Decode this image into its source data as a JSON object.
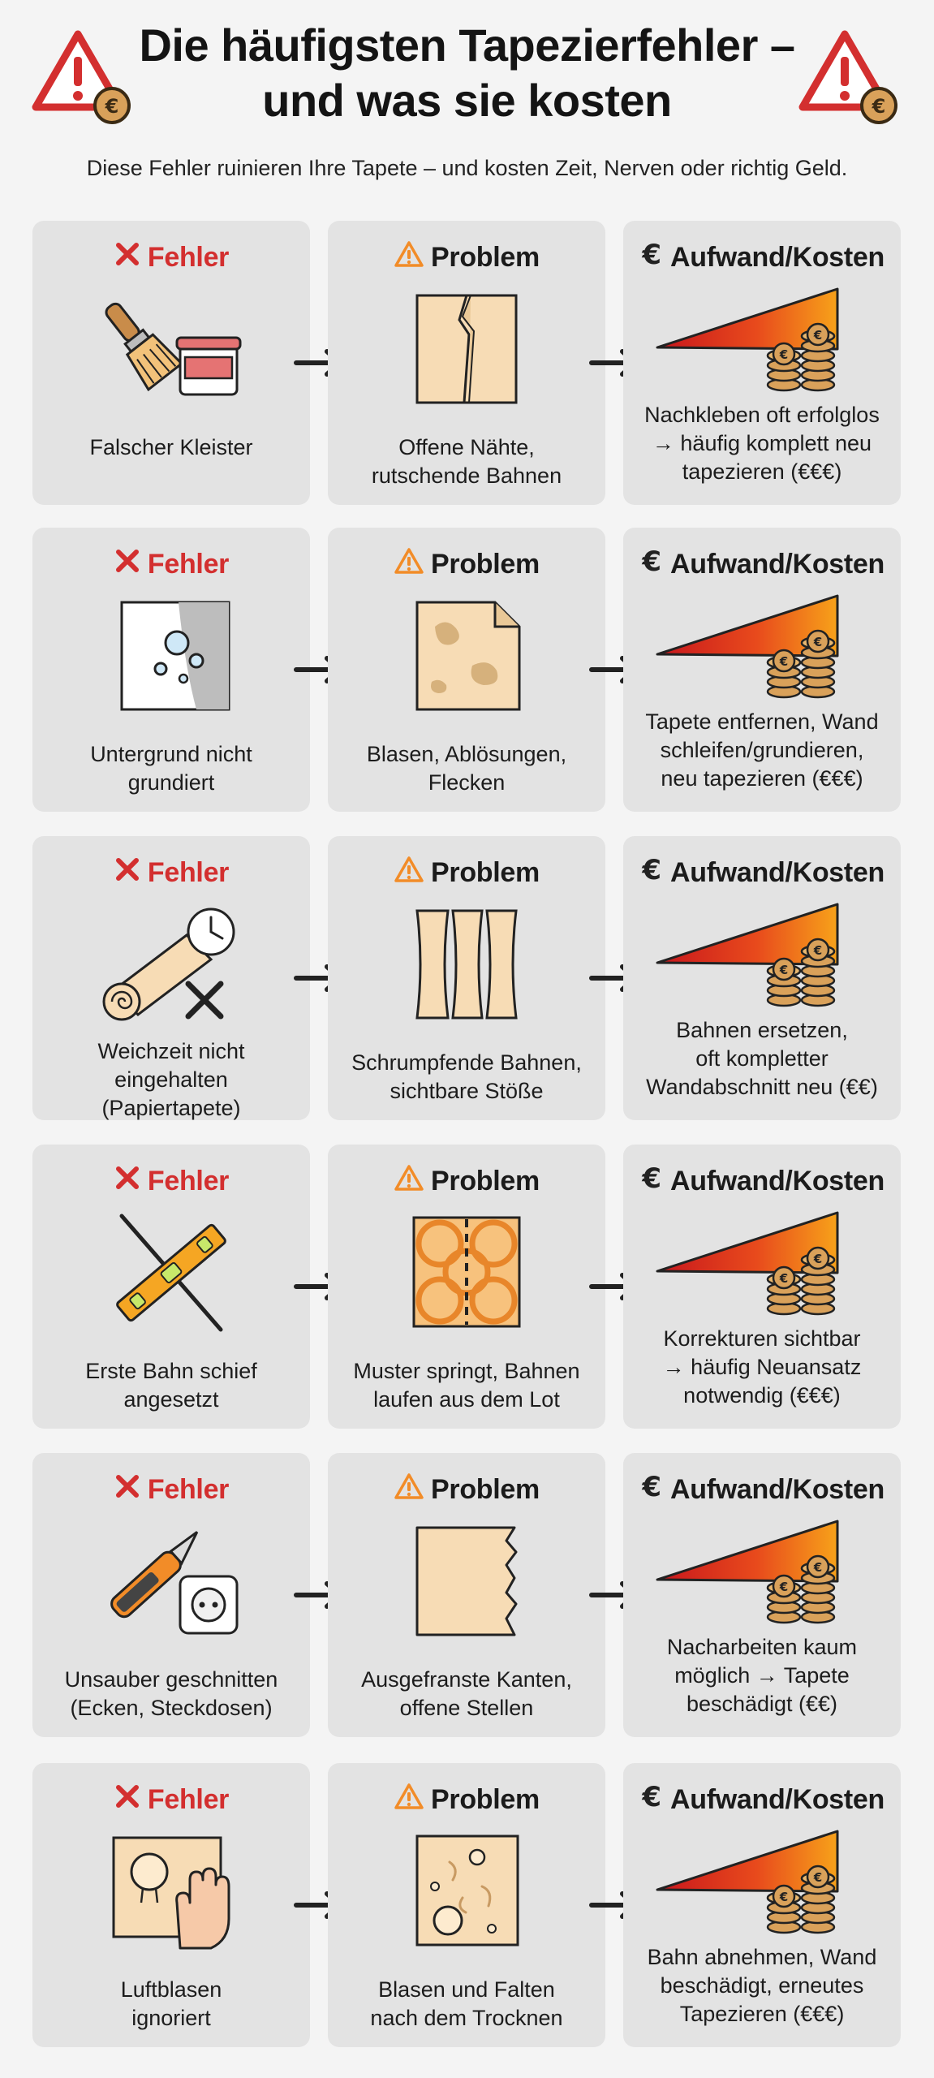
{
  "title_lines": [
    "Die häufigsten Tapezierfehler –",
    "und was sie kosten"
  ],
  "subtitle": "Diese Fehler ruinieren Ihre Tapete – und kosten Zeit, Nerven oder richtig Geld.",
  "headers": {
    "fehler": "Fehler",
    "problem": "Problem",
    "kosten": "Aufwand/Kosten"
  },
  "colors": {
    "fehler_red": "#d32f2f",
    "warning_orange": "#f28c28",
    "wallpaper": "#f7dcb5",
    "coin": "#d9a15a"
  },
  "rows": [
    {
      "fehler": "Falscher Kleister",
      "fehler_icon": "paintbrush-and-paste-bucket-icon",
      "problem": "Offene Nähte,\nrutschende Bahnen",
      "problem_icon": "torn-wallpaper-seam-icon",
      "kosten": "Nachkleben oft erfolglos\n→ häufig komplett neu\ntapezieren (€€€)"
    },
    {
      "fehler": "Untergrund nicht\ngrundiert",
      "fehler_icon": "unprimed-wall-bubbles-icon",
      "problem": "Blasen, Ablösungen,\nFlecken",
      "problem_icon": "stained-peeling-wallpaper-icon",
      "kosten": "Tapete entfernen, Wand\nschleifen/grundieren,\nneu tapezieren (€€€)"
    },
    {
      "fehler": "Weichzeit nicht\neingehalten\n(Papiertapete)",
      "fehler_icon": "wallpaper-roll-clock-icon",
      "problem": "Schrumpfende Bahnen,\nsichtbare Stöße",
      "problem_icon": "shrinking-strips-icon",
      "kosten": "Bahnen ersetzen,\noft kompletter\nWandabschnitt neu (€€)"
    },
    {
      "fehler": "Erste Bahn schief\nangesetzt",
      "fehler_icon": "spirit-level-crossed-icon",
      "problem": "Muster springt, Bahnen\nlaufen aus dem Lot",
      "problem_icon": "misaligned-pattern-icon",
      "kosten": "Korrekturen sichtbar\n→ häufig Neuansatz\nnotwendig (€€€)"
    },
    {
      "fehler": "Unsauber geschnitten\n(Ecken, Steckdosen)",
      "fehler_icon": "cutter-knife-socket-icon",
      "problem": "Ausgefranste Kanten,\noffene Stellen",
      "problem_icon": "frayed-edge-wallpaper-icon",
      "kosten": "Nacharbeiten kaum\nmöglich → Tapete\nbeschädigt (€€)"
    },
    {
      "fehler": "Luftblasen\nignoriert",
      "fehler_icon": "hand-pressing-bubble-icon",
      "problem": "Blasen und Falten\nnach dem Trocknen",
      "problem_icon": "bubbled-wrinkled-wallpaper-icon",
      "kosten": "Bahn abnehmen, Wand\nbeschädigt, erneutes\nTapezieren (€€€)"
    }
  ]
}
